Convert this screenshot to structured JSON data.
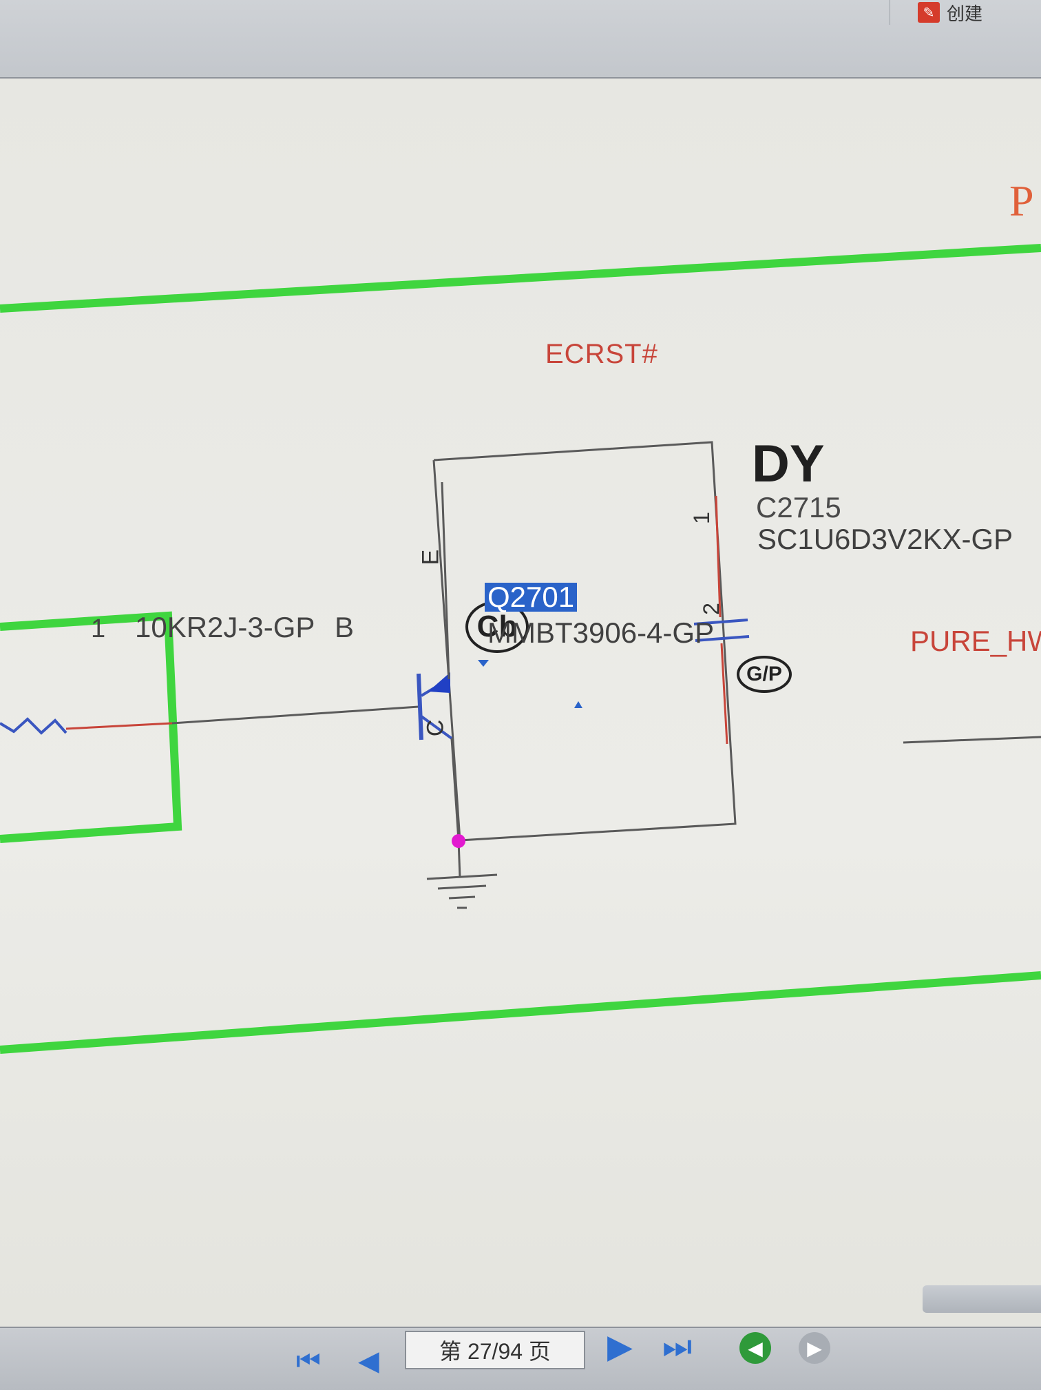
{
  "toolbar": {
    "pdf_tool_label": "创建",
    "pdf_icon": "pdf-icon"
  },
  "schematic": {
    "net_ecrst": "ECRST#",
    "net_pure": "PURE_HW",
    "corner_label": "P",
    "resistor": {
      "pin1": "1",
      "part": "10KR2J-3-GP"
    },
    "transistor": {
      "ref": "Q2701",
      "part": "MMBT3906-4-GP",
      "pin_e": "E",
      "pin_b": "B",
      "pin_c": "C",
      "badge": "Cb"
    },
    "capacitor": {
      "variant": "DY",
      "ref": "C2715",
      "part": "SC1U6D3V2KX-GP",
      "pin1": "1",
      "pin2": "2",
      "badge": "G/P"
    },
    "colors": {
      "box_green": "#3fd53f",
      "net_red": "#c8453a",
      "wire_dark": "#5a5a5a",
      "junction": "#e21ad0",
      "selection": "#2a63c9"
    }
  },
  "statusbar": {
    "page_indicator": "第 27/94 页",
    "current_page": 27,
    "total_pages": 94,
    "nav_first_icon": "first-page-icon",
    "nav_prev_icon": "prev-page-icon",
    "nav_next_icon": "next-page-icon",
    "nav_last_icon": "last-page-icon",
    "back_icon": "back-icon",
    "forward_icon": "forward-icon"
  }
}
